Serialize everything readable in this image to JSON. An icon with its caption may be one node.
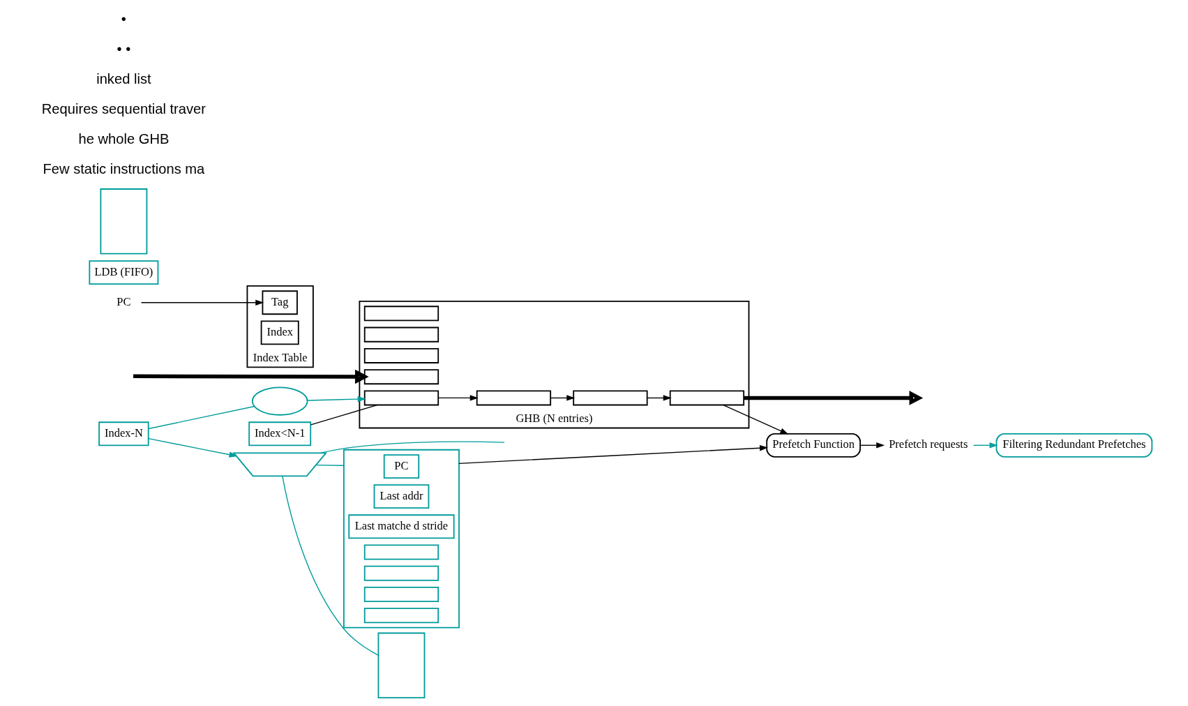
{
  "diagram": {
    "nodes": [
      {
        "text": [
          "Index-N"
        ]
      },
      {
        "text": [
          "PC"
        ]
      },
      {
        "text": [
          "Index Table"
        ]
      },
      {
        "text": [
          "Tag"
        ],
        "in": 2
      },
      {
        "text": [
          "Index"
        ],
        "in": 2
      },
      {
        "text": [
          "Index<N-1"
        ]
      },
      {
        "text": [],
        "shape": "ellipse"
      },
      {
        "text": [
          "GHB (N entries)"
        ]
      },
      {
        "text": [],
        "shape": "box",
        "in": 7
      },
      {
        "text": [],
        "shape": "box",
        "in": 7
      },
      {
        "text": [],
        "shape": "box",
        "in": 7
      },
      {
        "text": [],
        "shape": "box",
        "in": 7
      },
      {
        "text": [],
        "shape": "box",
        "in": 7
      },
      {
        "text": [],
        "shape": "box",
        "in": 7
      },
      {
        "text": [],
        "shape": "box",
        "in": 7
      },
      {
        "text": [],
        "shape": "box",
        "in": 7
      },
      {
        "text": [
          "Prefetch Function"
        ]
      },
      {
        "text": [
          "Prefetch requests"
        ]
      },
      {
        "text": [
          "Filtering Redundant Prefetches"
        ]
      },
      {
        "text": [],
        "shape": "trapezoid"
      },
      {
        "text": [],
        "shape": "box"
      },
      {
        "text": [
          "PC"
        ],
        "in": 20
      },
      {
        "text": [
          "Last addr"
        ],
        "in": 20
      },
      {
        "text": [
          "Last matche d stride"
        ],
        "in": 20
      },
      {
        "text": [],
        "shape": "box",
        "in": 20
      },
      {
        "text": [],
        "shape": "box",
        "in": 20
      },
      {
        "text": [],
        "shape": "box",
        "in": 20
      },
      {
        "text": [],
        "shape": "box",
        "in": 20
      },
      {
        "text": [
          "LDB (FIFO)"
        ]
      },
      {
        "text": [],
        "shape": "box"
      },
      {
        "text": [],
        "shape": "box"
      }
    ],
    "edges": [
      {
        "from": 1,
        "to": 3,
        "arrow": "to"
      },
      {
        "from": 0,
        "to": 19,
        "arrow": "to",
        "color": "#009b9b"
      },
      {
        "from": 0,
        "to": 6,
        "arrow": "none",
        "color": "#009b9b"
      },
      {
        "from": 6,
        "to": 14,
        "arrow": "to",
        "color": "#009b9b"
      },
      {
        "from": 5,
        "to": 14,
        "arrow": "none"
      },
      {
        "from": 14,
        "to": 12,
        "arrow": "to"
      },
      {
        "from": 12,
        "to": 10,
        "arrow": "to"
      },
      {
        "from": 10,
        "to": 8,
        "arrow": "to"
      },
      {
        "from": null,
        "to": 15,
        "arrow": "to",
        "style": "thick"
      },
      {
        "from": 8,
        "to": null,
        "arrow": "to",
        "style": "thick"
      },
      {
        "from": 8,
        "to": 16,
        "arrow": "to"
      },
      {
        "from": 20,
        "to": 16,
        "arrow": "to"
      },
      {
        "from": 16,
        "to": 17,
        "arrow": "to"
      },
      {
        "from": 17,
        "to": 18,
        "arrow": "to",
        "color": "#009b9b"
      },
      {
        "from": 19,
        "to": 20,
        "arrow": "none",
        "color": "#009b9b"
      },
      {
        "from": 19,
        "to": null,
        "arrow": "none",
        "color": "#009b9b"
      },
      {
        "from": 19,
        "to": 30,
        "arrow": "none",
        "color": "#009b9b"
      }
    ],
    "labels": [
      "Few static instructions ma",
      "he whole GHB",
      "Requires sequential traver",
      "inked list",
      "• •",
      "•"
    ]
  }
}
